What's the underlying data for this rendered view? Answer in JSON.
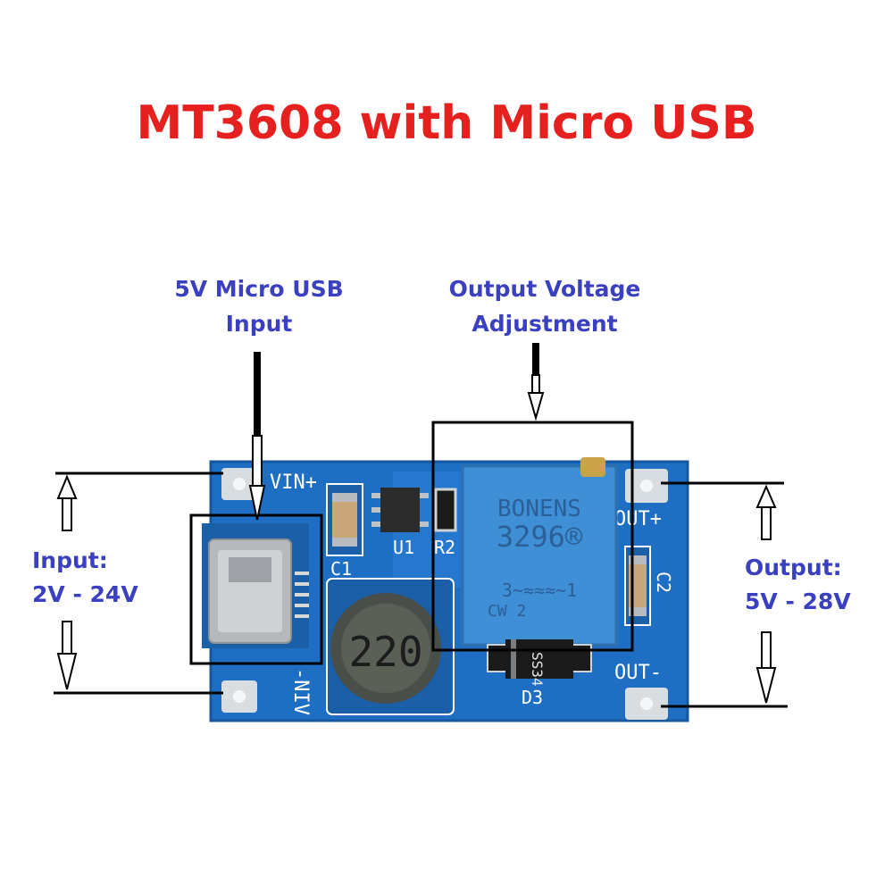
{
  "title": "MT3608 with Micro USB",
  "callouts": {
    "usb": {
      "line1": "5V Micro USB",
      "line2": "Input"
    },
    "pot": {
      "line1": "Output Voltage",
      "line2": "Adjustment"
    }
  },
  "input": {
    "line1": "Input:",
    "line2": "2V - 24V"
  },
  "output": {
    "line1": "Output:",
    "line2": "5V - 28V"
  },
  "board": {
    "vin_plus": "VIN+",
    "vin_minus": "-NIV",
    "out_plus": "OUT+",
    "out_minus": "OUT-",
    "c1": "C1",
    "c2": "C2",
    "u1": "U1",
    "r2": "R2",
    "d3": "D3",
    "inductor": "220",
    "pot_brand": "BONENS",
    "pot_model": "3296®",
    "pot_pins": "3~≈≈≈~1",
    "pot_cw": "CW  2",
    "diode_code": "SS34"
  },
  "colors": {
    "title": "#e5201f",
    "labels": "#3a40bf",
    "pcb": "#1e6fc4",
    "pot_body": "#3f8fd6"
  }
}
